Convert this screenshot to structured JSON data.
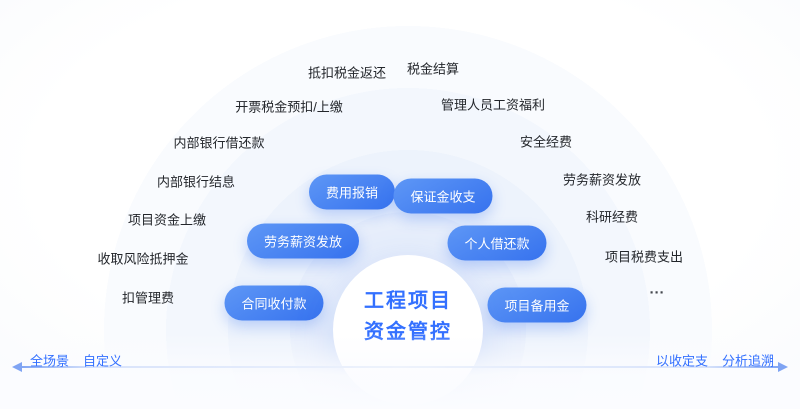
{
  "center": {
    "line1": "工程项目",
    "line2": "资金管控"
  },
  "pills": [
    {
      "label": "费用报销"
    },
    {
      "label": "保证金收支"
    },
    {
      "label": "劳务薪资发放"
    },
    {
      "label": "个人借还款"
    },
    {
      "label": "合同收付款"
    },
    {
      "label": "项目备用金"
    }
  ],
  "outer_labels": [
    "抵扣税金返还",
    "税金结算",
    "开票税金预扣/上缴",
    "管理人员工资福利",
    "内部银行借还款",
    "安全经费",
    "内部银行结息",
    "劳务薪资发放",
    "项目资金上缴",
    "科研经费",
    "收取风险抵押金",
    "项目税费支出",
    "扣管理费",
    "···"
  ],
  "bottom_axis": {
    "left_labels": [
      "全场景",
      "自定义"
    ],
    "right_labels": [
      "以收定支",
      "分析追溯"
    ]
  },
  "colors": {
    "accent_blue": "#3370FF",
    "pill_gradient_start": "#5E97F6",
    "pill_gradient_end": "#3672EE",
    "label_text": "#23262B"
  }
}
